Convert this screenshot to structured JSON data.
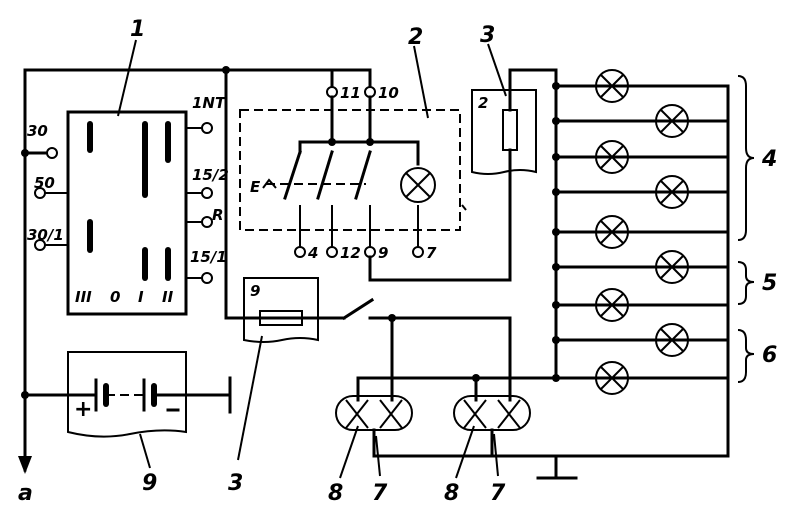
{
  "callouts": {
    "c1": "1",
    "c2": "2",
    "c3_top": "3",
    "c3_bottom": "3",
    "c4": "4",
    "c5": "5",
    "c6": "6",
    "c7_left": "7",
    "c7_right": "7",
    "c8_left": "8",
    "c8_right": "8",
    "c9": "9",
    "a": "a"
  },
  "ignition_switch": {
    "t30": "30",
    "t50": "50",
    "t301": "30/1",
    "int": "1NT",
    "t152": "15/2",
    "r": "R",
    "t151": "15/1",
    "pos_iii": "III",
    "pos_0": "0",
    "pos_i": "I",
    "pos_ii": "II"
  },
  "light_switch": {
    "t11": "11",
    "t10": "10",
    "t4": "4",
    "t12": "12",
    "t9": "9",
    "t7": "7",
    "e": "E"
  },
  "fuse_boxes": {
    "top_label": "2",
    "bottom_label": "9"
  }
}
